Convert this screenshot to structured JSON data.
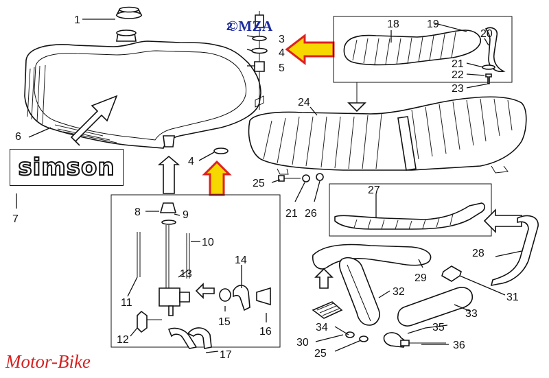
{
  "header": {
    "copyright": "©MZA"
  },
  "footer": {
    "brand": "Motor-Bike"
  },
  "logo": {
    "text": "simson"
  },
  "part_labels": [
    "1",
    "2",
    "3",
    "4",
    "5",
    "6",
    "7",
    "8",
    "9",
    "10",
    "11",
    "12",
    "13",
    "14",
    "15",
    "16",
    "17",
    "18",
    "19",
    "20",
    "21",
    "22",
    "23",
    "24",
    "25",
    "26",
    "27",
    "28",
    "29",
    "30",
    "31",
    "32",
    "33",
    "34",
    "35",
    "36"
  ],
  "extra_labels": {
    "dup4": "4",
    "dup21": "21",
    "dup25": "25"
  },
  "colors": {
    "callout_arrow_fill": "#f6d800",
    "callout_arrow_outline": "#e02020",
    "brand": "#d42020",
    "copyright": "#1c2a9e"
  }
}
